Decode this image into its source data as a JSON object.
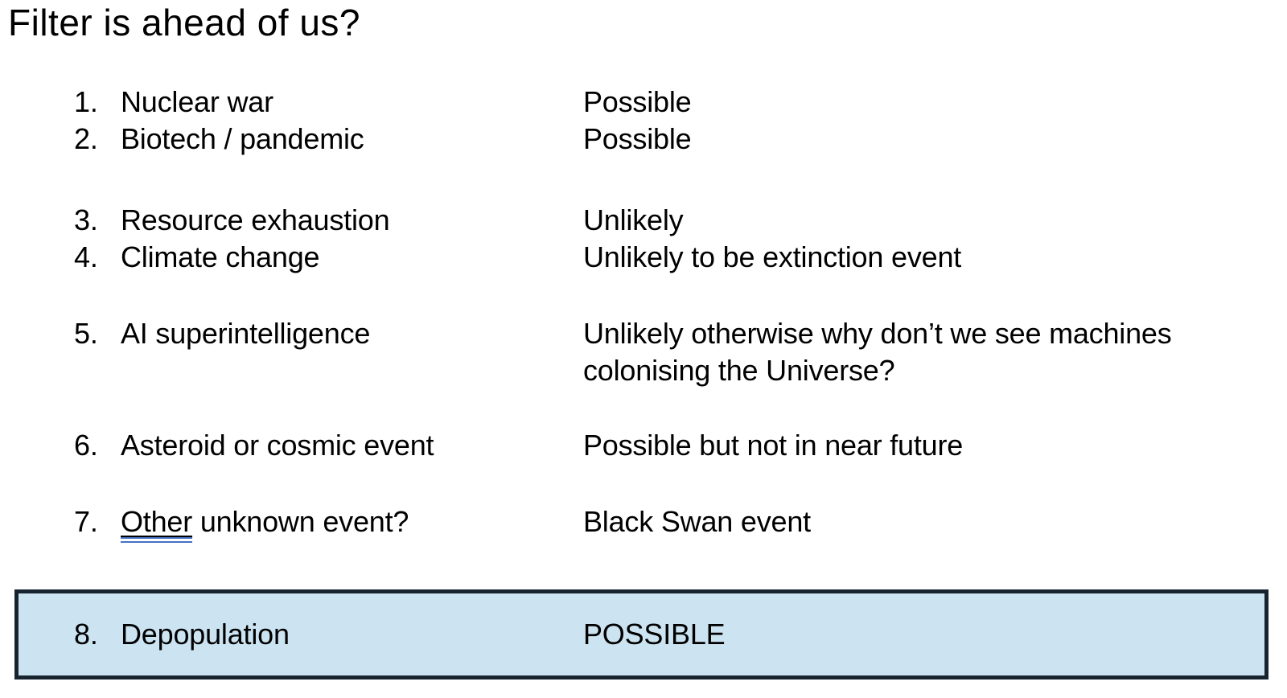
{
  "slide": {
    "title": "Filter is ahead of us?",
    "rows": [
      {
        "number": "1.",
        "label": "Nuclear war",
        "status": "Possible"
      },
      {
        "number": "2.",
        "label": "Biotech / pandemic",
        "status": "Possible"
      },
      {
        "number": "3.",
        "label": "Resource exhaustion",
        "status": "Unlikely"
      },
      {
        "number": "4.",
        "label": "Climate change",
        "status": "Unlikely to be extinction event"
      },
      {
        "number": "5.",
        "label": "AI superintelligence",
        "status": "Unlikely otherwise why don’t we see machines colonising the Universe?"
      },
      {
        "number": "6.",
        "label": "Asteroid or cosmic event",
        "status": "Possible but not in near future"
      },
      {
        "number": "7.",
        "label_link": "Other",
        "label_rest": " unknown event?",
        "status": "Black Swan event",
        "link_underlined": true
      },
      {
        "number": "8.",
        "label": "Depopulation",
        "status": "POSSIBLE",
        "highlighted": true
      }
    ]
  },
  "colors": {
    "text_color": "#000000",
    "highlight_fill": "#cce4f1",
    "highlight_border": "#17242f",
    "link_line": "#4472c4"
  }
}
